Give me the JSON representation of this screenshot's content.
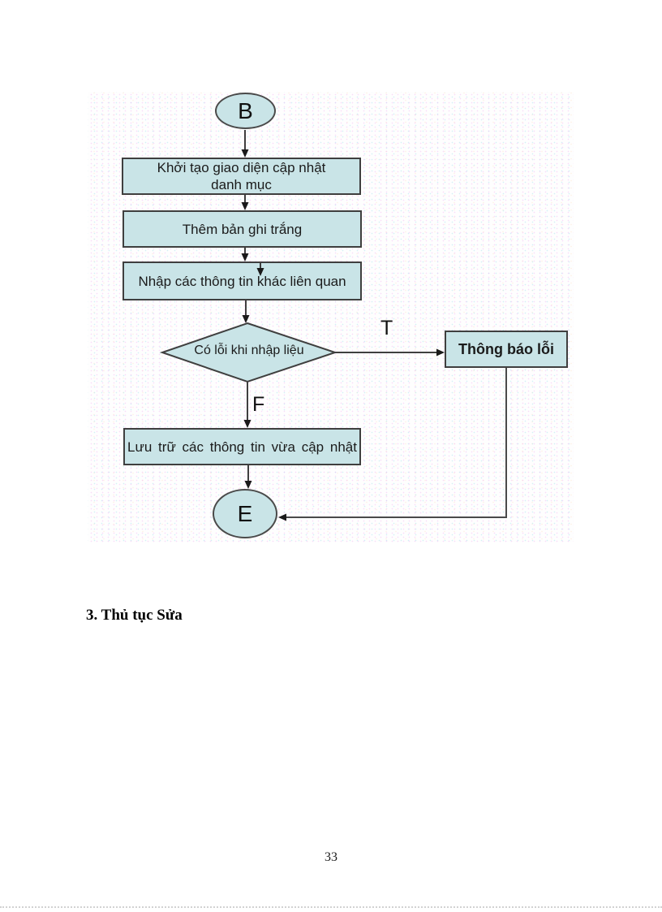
{
  "document": {
    "section_heading": "3. Thủ tục Sửa",
    "page_number": "33"
  },
  "flowchart": {
    "start_label": "B",
    "step1_line1": "Khởi tạo giao diện cập nhật",
    "step1_line2": "danh mục",
    "step2": "Thêm bản ghi trắng",
    "step3": "Nhập các thông tin khác liên quan",
    "decision": "Có lỗi khi nhập liệu",
    "branch_true": "T",
    "branch_false": "F",
    "error_box": "Thông báo lỗi",
    "step4": "Lưu trữ các thông tin vừa cập nhật",
    "end_label": "E",
    "colors": {
      "node_fill": "#c9e4e7",
      "node_border": "#3f3f3f",
      "connector": "#3f3f3f",
      "text": "#1b1b1b"
    }
  }
}
